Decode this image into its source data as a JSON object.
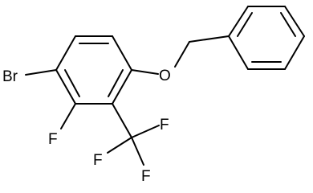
{
  "molecule": {
    "atoms": {
      "bromine": "Br",
      "fluorine_ring": "F",
      "oxygen": "O",
      "cf3_fluorine_top": "F",
      "cf3_fluorine_left": "F",
      "cf3_fluorine_bottom": "F"
    }
  },
  "colors": {
    "bond": "#000000",
    "label": "#000000",
    "background": "#ffffff"
  }
}
